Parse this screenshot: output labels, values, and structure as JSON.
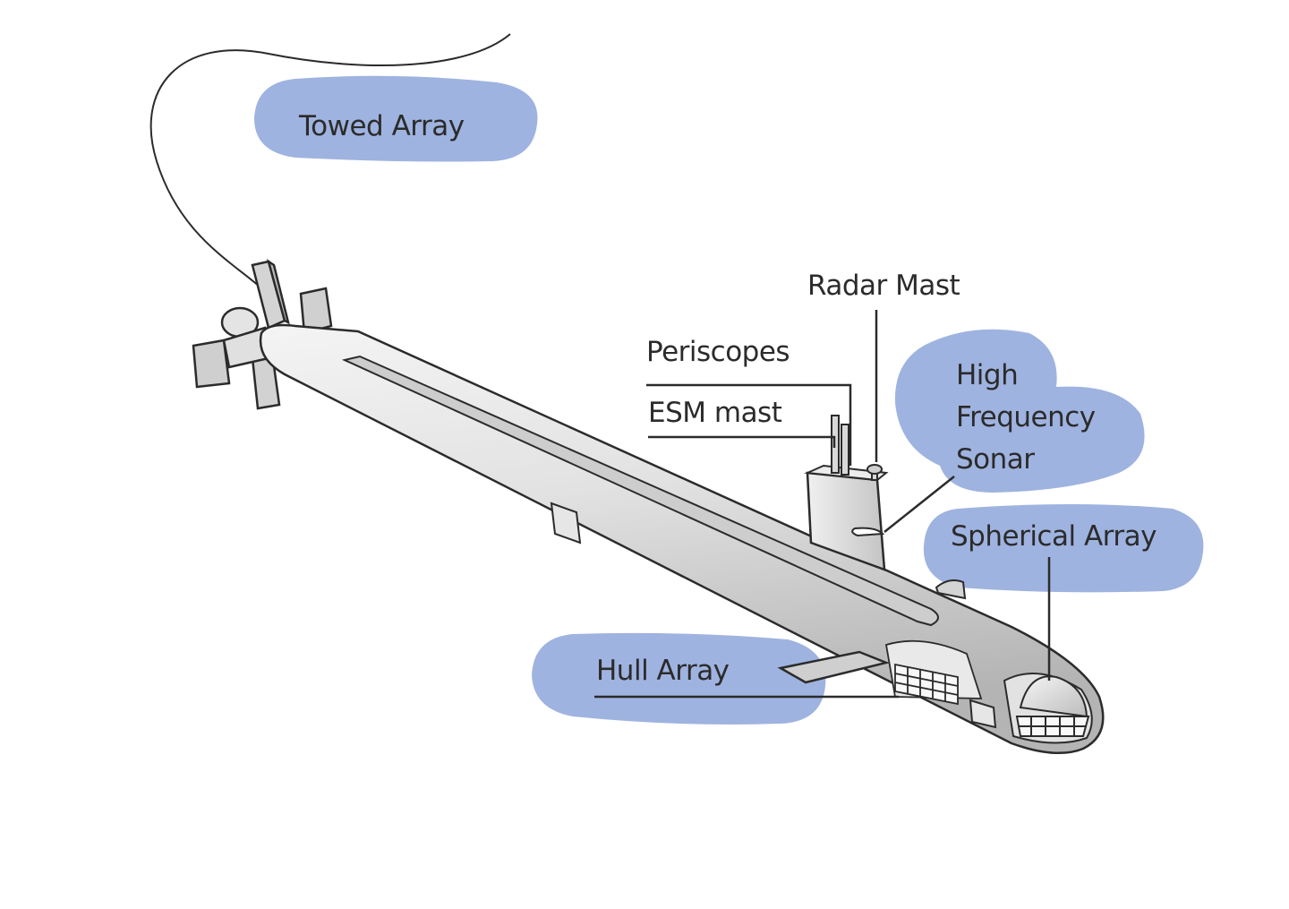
{
  "diagram": {
    "colors": {
      "highlight": "#9fb3e0",
      "hull_light": "#f2f2f2",
      "hull_dark": "#b7b7b7",
      "outline": "#2b2b2b"
    },
    "labels": {
      "towed_array": "Towed Array",
      "radar_mast": "Radar Mast",
      "periscopes": "Periscopes",
      "esm_mast": "ESM mast",
      "hf_sonar_line1": "High",
      "hf_sonar_line2": "Frequency",
      "hf_sonar_line3": "Sonar",
      "spherical_array": "Spherical Array",
      "hull_array": "Hull Array"
    }
  }
}
